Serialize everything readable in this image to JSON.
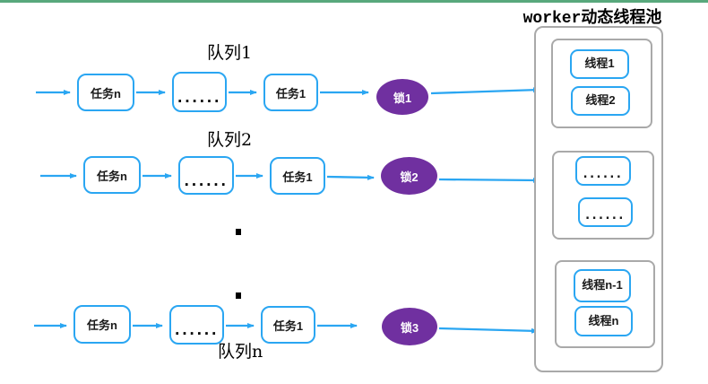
{
  "colors": {
    "accent_blue": "#2aa6f2",
    "lock_purple": "#7030a0",
    "border_gray": "#a9a9a9",
    "top_line_green": "#58a87c",
    "text_black": "#000000"
  },
  "queues": [
    {
      "label": "队列1",
      "tasks": [
        "任务n",
        "......",
        "任务1"
      ],
      "lock": "锁1"
    },
    {
      "label": "队列2",
      "tasks": [
        "任务n",
        "......",
        "任务1"
      ],
      "lock": "锁2"
    },
    {
      "label": "队列n",
      "tasks": [
        "任务n",
        "......",
        "任务1"
      ],
      "lock": "锁3"
    }
  ],
  "ellipsis": {
    "dot1": ".",
    "dot2": "."
  },
  "pool": {
    "title": "worker动态线程池",
    "groups": [
      {
        "threads": [
          "线程1",
          "线程2"
        ]
      },
      {
        "threads": [
          "......",
          "......"
        ]
      },
      {
        "threads": [
          "线程n-1",
          "线程n"
        ]
      }
    ]
  }
}
